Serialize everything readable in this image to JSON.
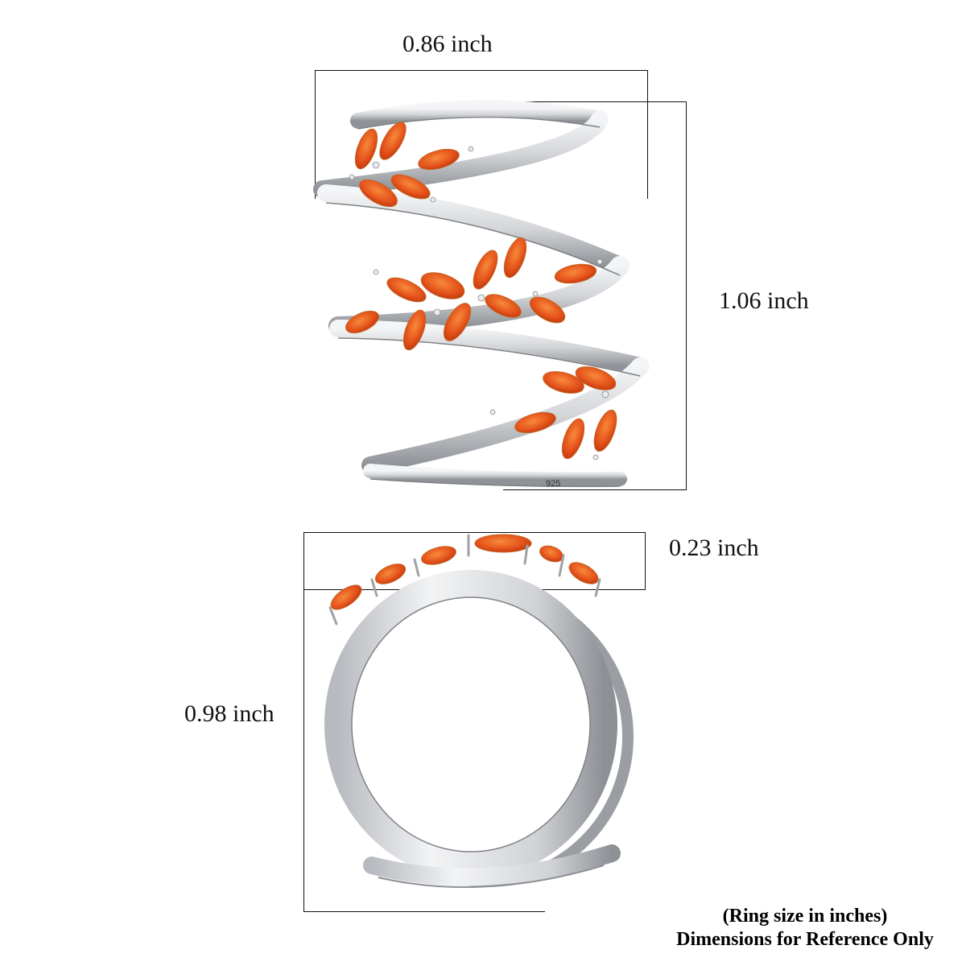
{
  "product": {
    "description": "Sterling silver spiral wrap ring with orange marquise gemstones in leaf clusters",
    "hallmark": "925",
    "colors": {
      "metal": "#d9dadc",
      "metal_shadow": "#8e9094",
      "gem": "#e8561a",
      "gem_dark": "#b83208",
      "line": "#111111"
    }
  },
  "top_view": {
    "width_label": "0.86 inch",
    "height_label": "1.06 inch"
  },
  "side_view": {
    "top_height_label": "0.23 inch",
    "height_label": "0.98 inch"
  },
  "footnote": {
    "line1": "(Ring size in inches)",
    "line2": "Dimensions for Reference Only"
  }
}
